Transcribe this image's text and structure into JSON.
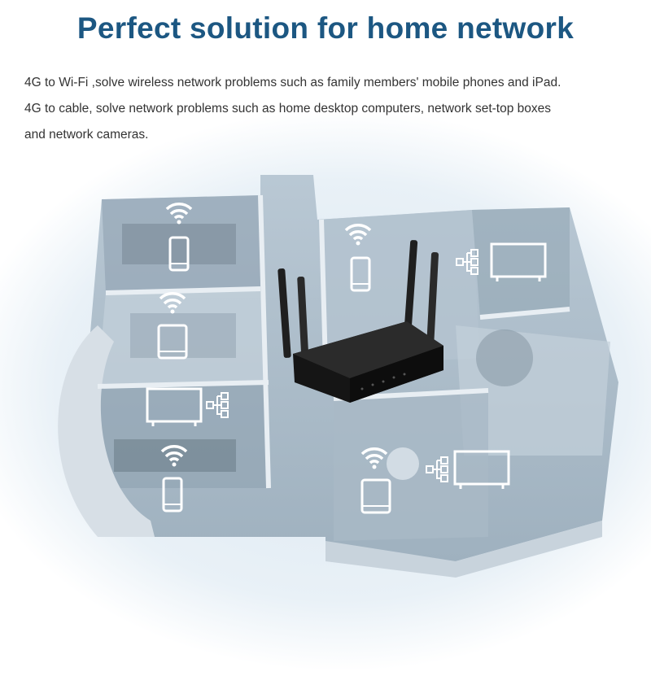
{
  "header": {
    "title": "Perfect solution for home network"
  },
  "description": {
    "lines": [
      "4G to Wi-Fi ,solve wireless network problems such as family members' mobile phones and iPad.",
      "4G to cable, solve network problems such as home desktop computers, network set-top boxes",
      "and network cameras."
    ]
  },
  "devices": [
    {
      "icon": "wifi-phone"
    },
    {
      "icon": "wifi-tablet"
    },
    {
      "icon": "monitor-wired"
    },
    {
      "icon": "wifi-phone"
    },
    {
      "icon": "wifi-phone"
    },
    {
      "icon": "monitor-wired"
    },
    {
      "icon": "wifi-tablet"
    },
    {
      "icon": "monitor-wired"
    }
  ],
  "colors": {
    "title": "#1c5782",
    "background_glow": "#e6eff6",
    "house": "#aab9c6",
    "router": "#1a1a1a"
  }
}
